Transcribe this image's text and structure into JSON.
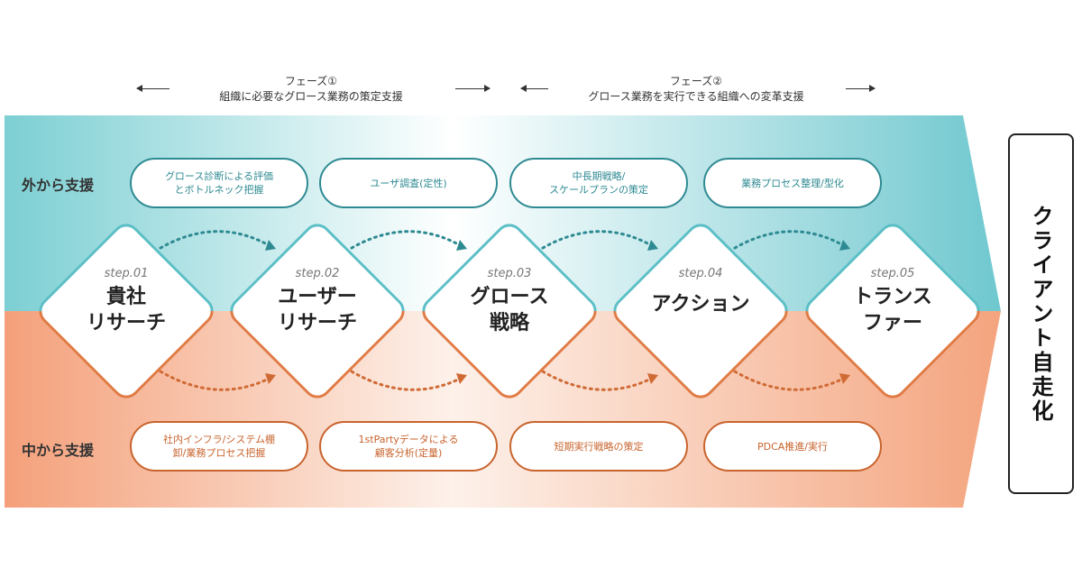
{
  "phases": [
    {
      "title": "フェーズ①",
      "subtitle": "組織に必要なグロース業務の策定支援"
    },
    {
      "title": "フェーズ②",
      "subtitle": "グロース業務を実行できる組織への変革支援"
    }
  ],
  "outside_label": "外から支援",
  "inside_label": "中から支援",
  "outside_items": [
    "グロース診断による評価\nとボトルネック把握",
    "ユーザ調査(定性)",
    "中長期戦略/\nスケールプランの策定",
    "業務プロセス整理/型化"
  ],
  "inside_items": [
    "社内インフラ/システム棚\n卸/業務プロセス把握",
    "1stPartyデータによる\n顧客分析(定量)",
    "短期実行戦略の策定",
    "PDCA推進/実行"
  ],
  "steps": [
    {
      "step": "step.01",
      "name": "貴社\nリサーチ"
    },
    {
      "step": "step.02",
      "name": "ユーザー\nリサーチ"
    },
    {
      "step": "step.03",
      "name": "グロース\n戦略"
    },
    {
      "step": "step.04",
      "name": "アクション"
    },
    {
      "step": "step.05",
      "name": "トランス\nファー"
    }
  ],
  "goal": "クライアント自走化",
  "colors": {
    "teal": "#2e8a92",
    "orange": "#c8642e"
  }
}
